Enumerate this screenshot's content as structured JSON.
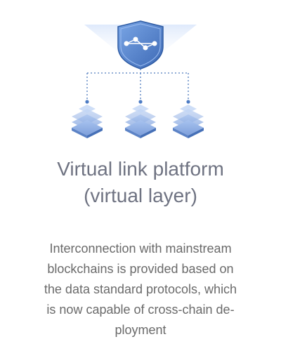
{
  "title_line1": "Virtual link platform",
  "title_line2": "(virtual layer)",
  "description": [
    "Interconnection with mainstream",
    "blockchains is provided based on",
    "the data standard protocols, which",
    "is now capable of cross-chain de-",
    "ployment"
  ],
  "colors": {
    "shield": "#5f8fd6",
    "shield_dark": "#3d6dba",
    "connector": "#6e92c9",
    "node": "#7aa0d8",
    "title_text": "#6f7382",
    "body_text": "#6a6a6a"
  },
  "icons": [
    "shield-icon",
    "network-nodes-icon",
    "node-stack-icon"
  ]
}
